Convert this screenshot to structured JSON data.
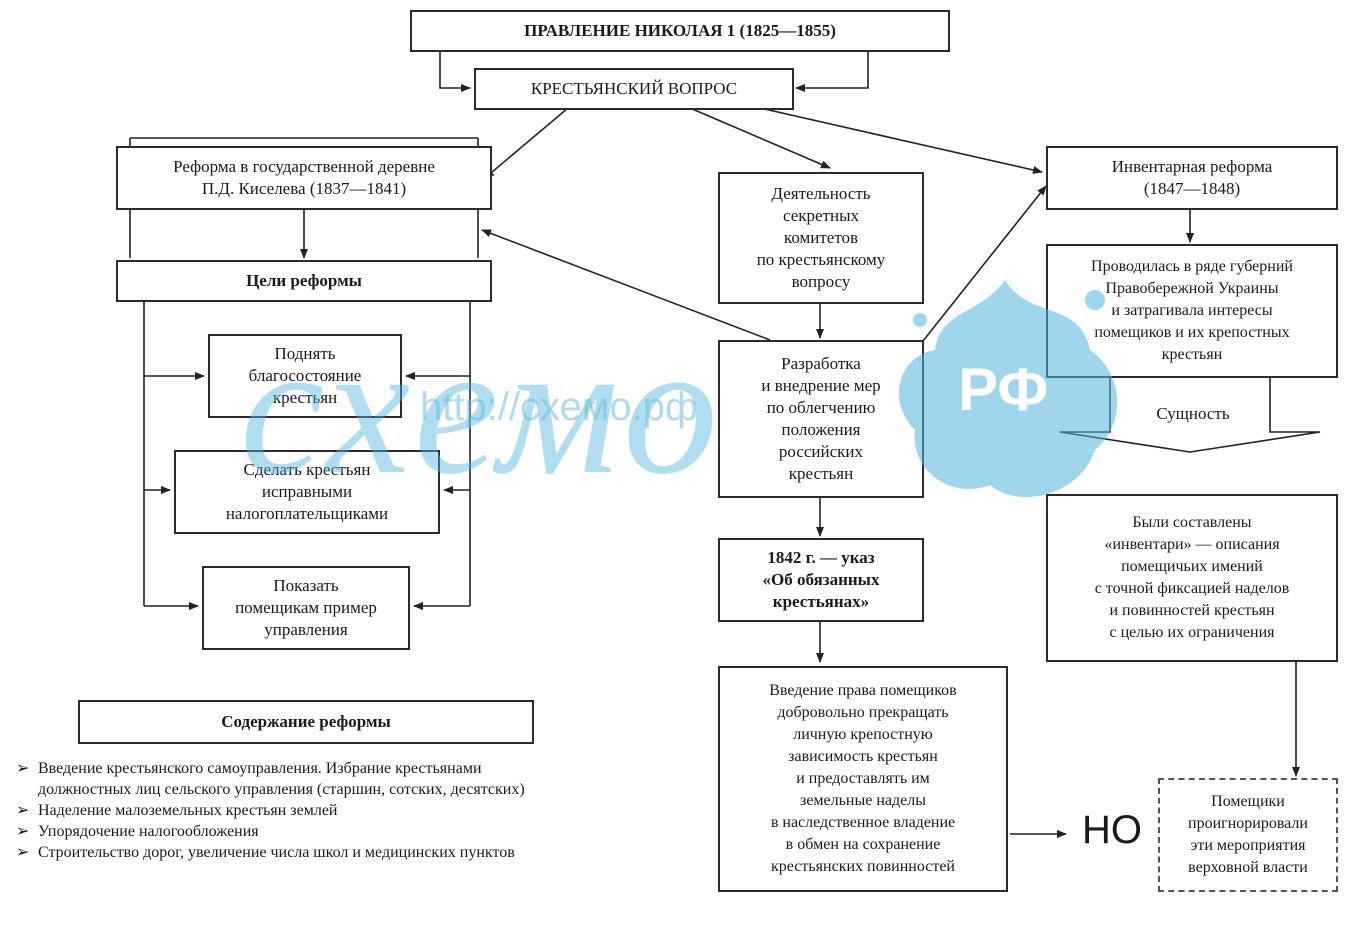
{
  "title_box": "ПРАВЛЕНИЕ НИКОЛАЯ 1 (1825—1855)",
  "peasant_question": "КРЕСТЬЯНСКИЙ ВОПРОС",
  "kiselev_reform": "Реформа в государственной деревне\nП.Д. Киселева (1837—1841)",
  "reform_goals": "Цели реформы",
  "goals": [
    "Поднять\nблагосостояние\nкрестьян",
    "Сделать крестьян\nисправными\nналогоплательщиками",
    "Показать\nпомещикам пример\nуправления"
  ],
  "reform_content": "Содержание реформы",
  "content_items": [
    "Введение крестьянского самоуправления. Избрание крестьянами должностных лиц сельского управления (старшин, сотских, десятских)",
    "Наделение малоземельных крестьян землей",
    "Упорядочение налогообложения",
    "Строительство дорог, увеличение числа школ и медицинских пунктов"
  ],
  "bullet_char": "➢",
  "committees": "Деятельность\nсекретных\nкомитетов\nпо крестьянскому\nвопросу",
  "measures": "Разработка\nи внедрение мер\nпо облегчению\nположения\nроссийских\nкрестьян",
  "decree_1842": "1842 г. — указ\n«Об обязанных\nкрестьянах»",
  "landowner_right": "Введение права помещиков\nдобровольно прекращать\nличную крепостную\nзависимость крестьян\nи предоставлять им\nземельные наделы\nв наследственное владение\nв обмен на сохранение\nкрестьянских повинностей",
  "no_label": "НО",
  "landowners_ignored": "Помещики\nпроигнорировали\nэти мероприятия\nверховной власти",
  "inventory_reform": "Инвентарная реформа\n(1847—1848)",
  "inventory_where": "Проводилась в ряде губерний\nПравобережной Украины\nи затрагивала интересы\nпомещиков и их крепостных\nкрестьян",
  "essence_label": "Сущность",
  "inventory_essence": "Были составлены\n«инвентари» — описания\nпомещичьих имений\nс точной фиксацией наделов\nи повинностей крестьян\nс целью их ограничения",
  "watermark_url": "http://схемо.рф",
  "watermark_logo": "схемо",
  "watermark_rf": "РФ",
  "watermark_color": "#5bb8e0"
}
